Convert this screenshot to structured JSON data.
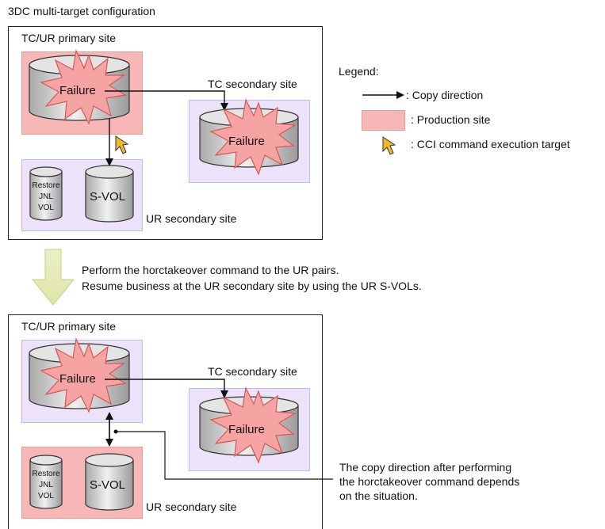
{
  "title": "3DC multi-target configuration",
  "legend": {
    "heading": "Legend:",
    "copy_direction": ": Copy direction",
    "production_site": ": Production site",
    "cci_target": ": CCI command execution target",
    "colors": {
      "production": "#f7b7b7",
      "site": "#ece3fb",
      "arrow_pointer": "#f3b92c"
    }
  },
  "top": {
    "primary_label": "TC/UR primary site",
    "tc_secondary_label": "TC secondary site",
    "ur_secondary_label": "UR secondary site",
    "failure_primary": "Failure",
    "failure_tc": "Failure",
    "restore_jnl_vol": [
      "Restore",
      "JNL",
      "VOL"
    ],
    "svol": "S-VOL"
  },
  "transition": {
    "line1": "Perform the horctakeover command to the UR pairs.",
    "line2": "Resume business at the UR secondary site by using the UR S-VOLs."
  },
  "bottom": {
    "primary_label": "TC/UR primary site",
    "tc_secondary_label": "TC secondary site",
    "ur_secondary_label": "UR secondary site",
    "failure_primary": "Failure",
    "failure_tc": "Failure",
    "restore_jnl_vol": [
      "Restore",
      "JNL",
      "VOL"
    ],
    "svol": "S-VOL",
    "note": [
      "The copy direction after performing",
      "the horctakeover command depends",
      "on the situation."
    ]
  }
}
